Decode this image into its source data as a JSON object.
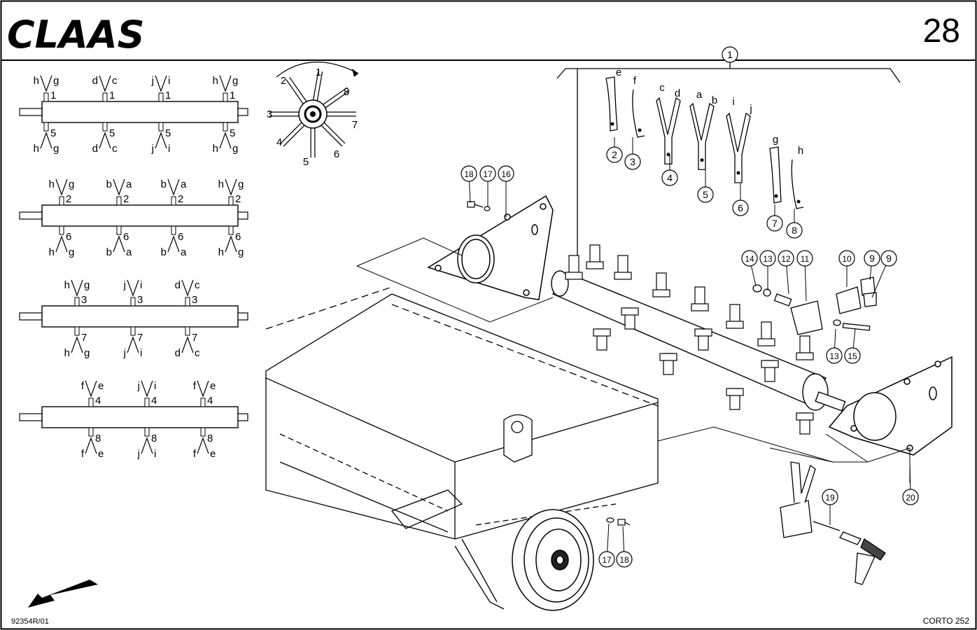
{
  "header": {
    "brand": "CLAAS",
    "page_number": "28"
  },
  "footer": {
    "drawing_ref": "92354R/01",
    "model": "CORTO 252"
  },
  "shafts": [
    {
      "top_positions": [
        {
          "left": "h",
          "right": "g",
          "num": "1"
        },
        {
          "left": "d",
          "right": "c",
          "num": "1"
        },
        {
          "left": "j",
          "right": "i",
          "num": "1"
        },
        {
          "left": "h",
          "right": "g",
          "num": "1"
        }
      ],
      "bottom_positions": [
        {
          "left": "h",
          "right": "g",
          "num": "5"
        },
        {
          "left": "d",
          "right": "c",
          "num": "5"
        },
        {
          "left": "j",
          "right": "i",
          "num": "5"
        },
        {
          "left": "h",
          "right": "g",
          "num": "5"
        }
      ]
    },
    {
      "top_positions": [
        {
          "left": "h",
          "right": "g",
          "num": "2"
        },
        {
          "left": "b",
          "right": "a",
          "num": "2"
        },
        {
          "left": "b",
          "right": "a",
          "num": "2"
        },
        {
          "left": "h",
          "right": "g",
          "num": "2"
        }
      ],
      "bottom_positions": [
        {
          "left": "h",
          "right": "g",
          "num": "6"
        },
        {
          "left": "b",
          "right": "a",
          "num": "6"
        },
        {
          "left": "b",
          "right": "a",
          "num": "6"
        },
        {
          "left": "h",
          "right": "g",
          "num": "6"
        }
      ]
    },
    {
      "top_positions": [
        {
          "left": "h",
          "right": "g",
          "num": "3"
        },
        {
          "left": "j",
          "right": "i",
          "num": "3"
        },
        {
          "left": "d",
          "right": "c",
          "num": "3"
        }
      ],
      "bottom_positions": [
        {
          "left": "h",
          "right": "g",
          "num": "7"
        },
        {
          "left": "j",
          "right": "i",
          "num": "7"
        },
        {
          "left": "d",
          "right": "c",
          "num": "7"
        }
      ]
    },
    {
      "top_positions": [
        {
          "left": "f",
          "right": "e",
          "num": "4"
        },
        {
          "left": "j",
          "right": "i",
          "num": "4"
        },
        {
          "left": "f",
          "right": "e",
          "num": "4"
        }
      ],
      "bottom_positions": [
        {
          "left": "f",
          "right": "e",
          "num": "8"
        },
        {
          "left": "j",
          "right": "i",
          "num": "8"
        },
        {
          "left": "f",
          "right": "e",
          "num": "8"
        }
      ]
    }
  ],
  "rotor_positions": [
    "1",
    "2",
    "3",
    "4",
    "5",
    "6",
    "7",
    "8"
  ],
  "blade_letters": [
    "e",
    "f",
    "c",
    "d",
    "a",
    "b",
    "i",
    "j",
    "g",
    "h"
  ],
  "callouts": [
    "1",
    "2",
    "3",
    "4",
    "5",
    "6",
    "7",
    "8",
    "9",
    "9",
    "10",
    "11",
    "12",
    "13",
    "13",
    "14",
    "15",
    "16",
    "17",
    "17",
    "18",
    "18",
    "19",
    "20"
  ]
}
